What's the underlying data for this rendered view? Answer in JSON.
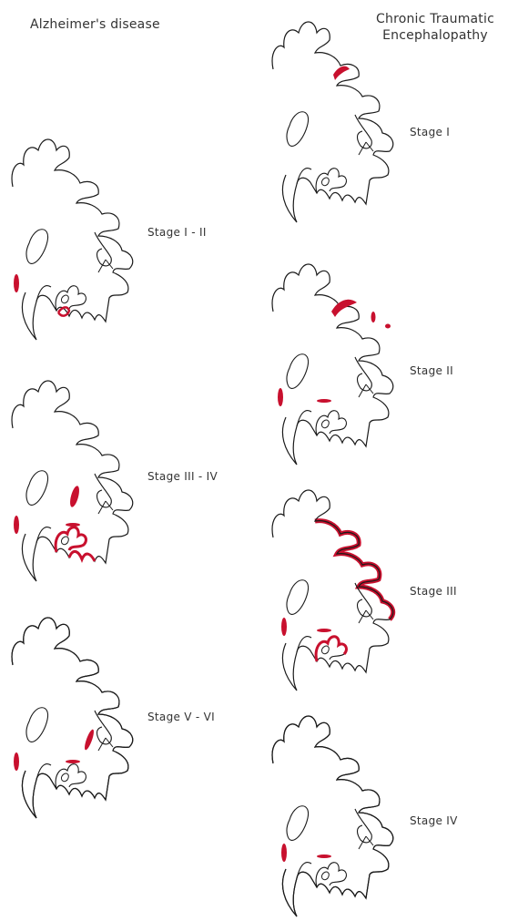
{
  "columns": {
    "ad": {
      "title": "Alzheimer's disease",
      "stages": [
        "Stage I - II",
        "Stage III - IV",
        "Stage V - VI"
      ]
    },
    "cte": {
      "title_line1": "Chronic Traumatic",
      "title_line2": "Encephalopathy",
      "stages": [
        "Stage I",
        "Stage II",
        "Stage III",
        "Stage IV"
      ]
    }
  },
  "colors": {
    "pathology": "#c8102e",
    "outline": "#1a1a1a"
  }
}
